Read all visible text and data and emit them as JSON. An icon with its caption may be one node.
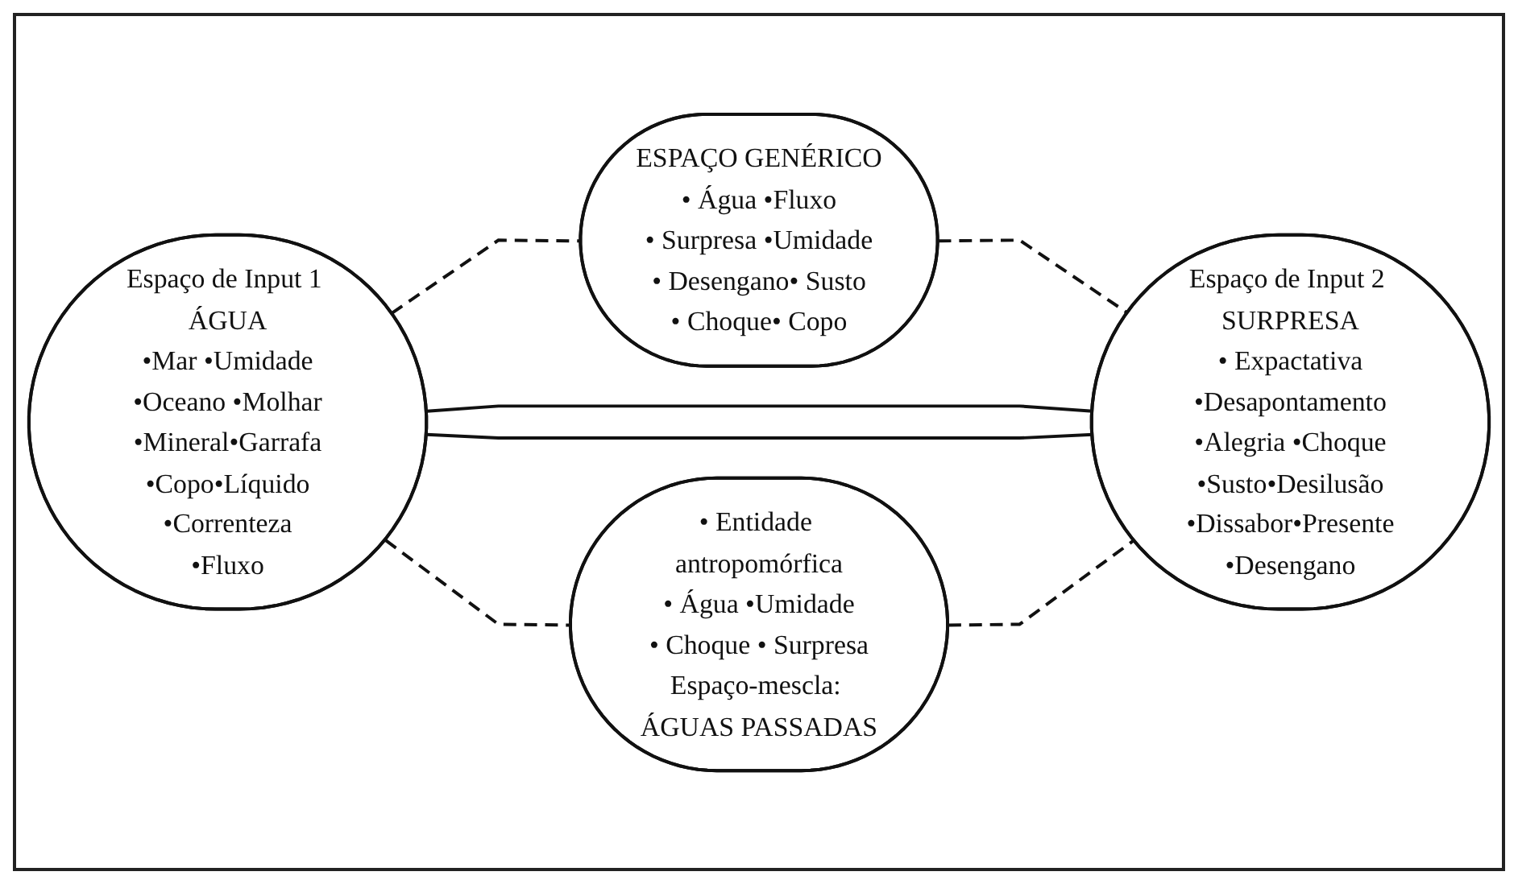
{
  "diagram": {
    "nodes": [
      {
        "text": [
          "ESPAÇO GENÉRICO",
          "• Água •Fluxo",
          "• Surpresa •Umidade",
          "• Desengano• Susto",
          "• Choque• Copo"
        ]
      },
      {
        "text": [
          "Espaço de Input 1 ÁGUA",
          "•Mar •Umidade",
          "•Oceano •Molhar",
          "•Mineral•Garrafa",
          "•Copo•Líquido",
          "•Correnteza",
          "•Fluxo"
        ]
      },
      {
        "text": [
          "Espaço de Input 2 SURPRESA",
          "• Expactativa",
          "•Desapontamento",
          "•Alegria •Choque",
          "•Susto•Desilusão",
          "•Dissabor•Presente",
          "•Desengano"
        ]
      },
      {
        "text": [
          "• Entidade antropomórfica",
          "• Água •Umidade",
          "• Choque • Surpresa",
          "Espaço-mescla: ÁGUAS PASSADAS"
        ]
      }
    ],
    "edges": [
      {
        "from": 1,
        "to": 0,
        "arrow": "none",
        "style": "dashed"
      },
      {
        "from": 0,
        "to": 2,
        "arrow": "none",
        "style": "dashed"
      },
      {
        "from": 1,
        "to": 2,
        "arrow": "none"
      },
      {
        "from": 1,
        "to": 2,
        "arrow": "none"
      },
      {
        "from": 1,
        "to": 3,
        "arrow": "none",
        "style": "dashed"
      },
      {
        "from": 3,
        "to": 2,
        "arrow": "none",
        "style": "dashed"
      }
    ]
  }
}
